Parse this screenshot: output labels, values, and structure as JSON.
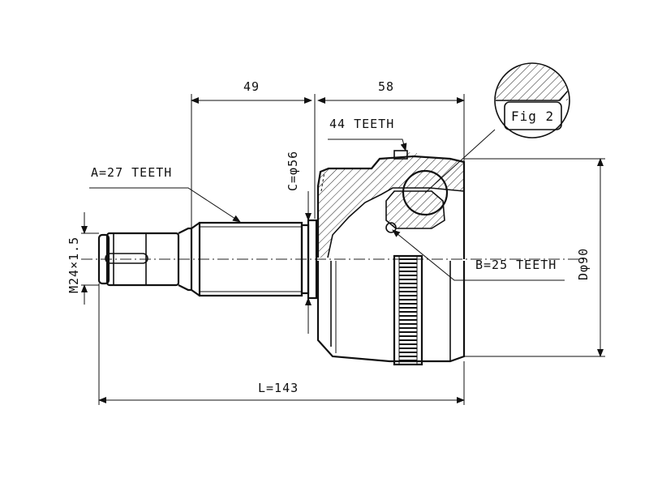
{
  "drawing": {
    "dims": {
      "width_shaft": "49",
      "width_bell": "58",
      "outer_teeth": "44 TEETH",
      "seal_dia": "C=φ56",
      "spline_a": "A=27 TEETH",
      "thread": "M24×1.5",
      "spline_b": "B=25 TEETH",
      "outer_dia": "Dφ90",
      "total_length": "L=143"
    },
    "detail": {
      "label": "Fig 2"
    }
  }
}
